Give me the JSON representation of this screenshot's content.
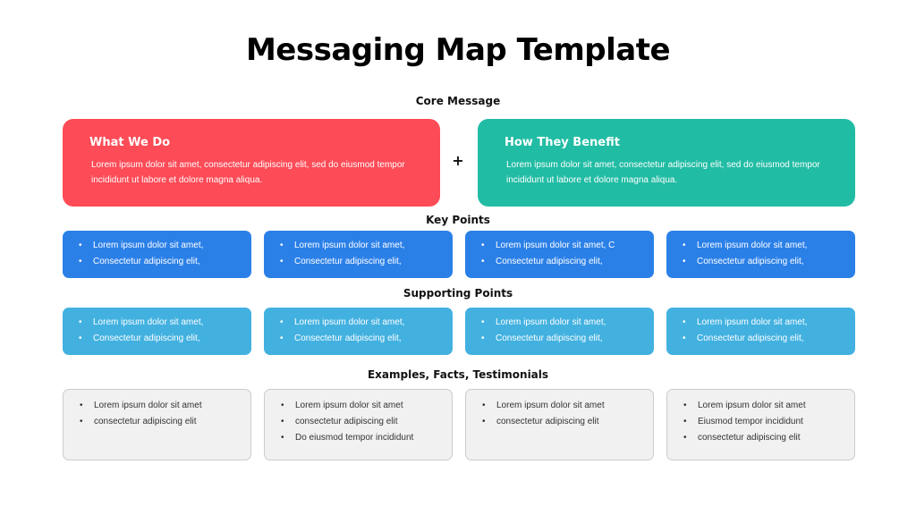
{
  "title": "Messaging Map Template",
  "sections": {
    "core": "Core Message",
    "key": "Key Points",
    "supporting": "Supporting Points",
    "examples": "Examples, Facts, Testimonials"
  },
  "core": {
    "left": {
      "heading": "What We Do",
      "body": "Lorem ipsum dolor sit amet, consectetur adipiscing elit, sed do eiusmod tempor incididunt ut labore et dolore magna aliqua.",
      "color": "#fd4b57"
    },
    "plus": "+",
    "right": {
      "heading": "How They Benefit",
      "body": "Lorem ipsum dolor sit amet, consectetur adipiscing elit, sed do eiusmod tempor incididunt ut labore et dolore magna aliqua.",
      "color": "#21bca4"
    }
  },
  "key_points": [
    [
      "Lorem ipsum dolor sit amet,",
      "Consectetur adipiscing elit,"
    ],
    [
      "Lorem ipsum dolor sit amet,",
      "Consectetur adipiscing elit,"
    ],
    [
      "Lorem ipsum dolor sit amet, C",
      "Consectetur adipiscing elit,"
    ],
    [
      "Lorem ipsum dolor sit amet,",
      "Consectetur adipiscing elit,"
    ]
  ],
  "supporting_points": [
    [
      "Lorem ipsum dolor sit amet,",
      "Consectetur adipiscing elit,"
    ],
    [
      "Lorem ipsum dolor sit amet,",
      "Consectetur adipiscing elit,"
    ],
    [
      "Lorem ipsum dolor sit amet,",
      "Consectetur adipiscing elit,"
    ],
    [
      "Lorem ipsum dolor sit amet,",
      "Consectetur adipiscing elit,"
    ]
  ],
  "examples": [
    [
      "Lorem ipsum dolor sit amet",
      "consectetur adipiscing elit"
    ],
    [
      "Lorem ipsum dolor sit amet",
      "consectetur adipiscing elit",
      "Do eiusmod tempor incididunt"
    ],
    [
      "Lorem ipsum dolor sit amet",
      "consectetur adipiscing elit"
    ],
    [
      "Lorem ipsum dolor sit amet",
      "Eiusmod tempor incididunt",
      "consectetur adipiscing elit"
    ]
  ],
  "colors": {
    "key_card": "#2b80e8",
    "supporting_card": "#42b1e0",
    "example_card": "#f1f1f1"
  }
}
